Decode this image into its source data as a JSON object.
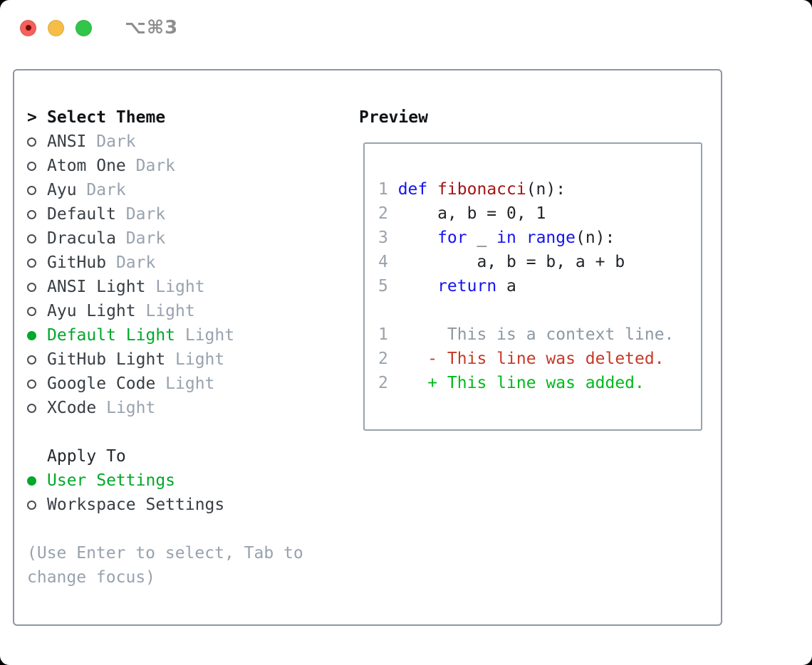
{
  "titlebar": {
    "shortcut": "⌥⌘3",
    "lights": [
      {
        "name": "close-button",
        "color": "#f4615b",
        "dot": "#740b02"
      },
      {
        "name": "minimize-button",
        "color": "#f6bd47",
        "dot": null
      },
      {
        "name": "zoom-button",
        "color": "#31c649",
        "dot": null
      }
    ]
  },
  "theme_list": {
    "header_prefix": ">",
    "header": "Select Theme",
    "items": [
      {
        "name": "ANSI",
        "tag": "Dark",
        "selected": false
      },
      {
        "name": "Atom One",
        "tag": "Dark",
        "selected": false
      },
      {
        "name": "Ayu",
        "tag": "Dark",
        "selected": false
      },
      {
        "name": "Default",
        "tag": "Dark",
        "selected": false
      },
      {
        "name": "Dracula",
        "tag": "Dark",
        "selected": false
      },
      {
        "name": "GitHub",
        "tag": "Dark",
        "selected": false
      },
      {
        "name": "ANSI Light",
        "tag": "Light",
        "selected": false
      },
      {
        "name": "Ayu Light",
        "tag": "Light",
        "selected": false
      },
      {
        "name": "Default Light",
        "tag": "Light",
        "selected": true
      },
      {
        "name": "GitHub Light",
        "tag": "Light",
        "selected": false
      },
      {
        "name": "Google Code",
        "tag": "Light",
        "selected": false
      },
      {
        "name": "XCode",
        "tag": "Light",
        "selected": false
      }
    ]
  },
  "apply_to": {
    "header": "Apply To",
    "options": [
      {
        "label": "User Settings",
        "selected": true
      },
      {
        "label": "Workspace Settings",
        "selected": false
      }
    ]
  },
  "help_text": "(Use Enter to select, Tab to change focus)",
  "preview": {
    "header": "Preview",
    "code_lines": [
      {
        "num": "1",
        "segments": [
          {
            "text": "def ",
            "type": "keyword"
          },
          {
            "text": "fibonacci",
            "type": "function"
          },
          {
            "text": "(n):",
            "type": "plain"
          }
        ]
      },
      {
        "num": "2",
        "segments": [
          {
            "text": "    a, b = 0, 1",
            "type": "plain"
          }
        ]
      },
      {
        "num": "3",
        "segments": [
          {
            "text": "    ",
            "type": "plain"
          },
          {
            "text": "for",
            "type": "keyword"
          },
          {
            "text": " _ ",
            "type": "plain"
          },
          {
            "text": "in",
            "type": "keyword"
          },
          {
            "text": " ",
            "type": "plain"
          },
          {
            "text": "range",
            "type": "keyword"
          },
          {
            "text": "(n):",
            "type": "plain"
          }
        ]
      },
      {
        "num": "4",
        "segments": [
          {
            "text": "        a, b = b, a + b",
            "type": "plain"
          }
        ]
      },
      {
        "num": "5",
        "segments": [
          {
            "text": "    ",
            "type": "plain"
          },
          {
            "text": "return",
            "type": "keyword"
          },
          {
            "text": " a",
            "type": "plain"
          }
        ]
      }
    ],
    "diff_lines": [
      {
        "num": "1",
        "text": "     This is a context line.",
        "type": "context"
      },
      {
        "num": "2",
        "text": "   - This line was deleted.",
        "type": "deleted"
      },
      {
        "num": "2",
        "text": "   + This line was added.",
        "type": "added"
      }
    ]
  },
  "colors": {
    "selected-green": "#00a82b",
    "diff-green": "#00b91d",
    "diff-red": "#c43a28",
    "keyword-blue": "#1414ef",
    "function-red": "#a31515",
    "muted": "#98a2ae",
    "context-gray": "#8e98a2",
    "text-dark": "#383e44",
    "heading": "#111417",
    "code-plain": "#212529",
    "border": "#8d97a3",
    "border-light": "#98a2ad",
    "shortcut-gray": "#8e8e8e"
  }
}
